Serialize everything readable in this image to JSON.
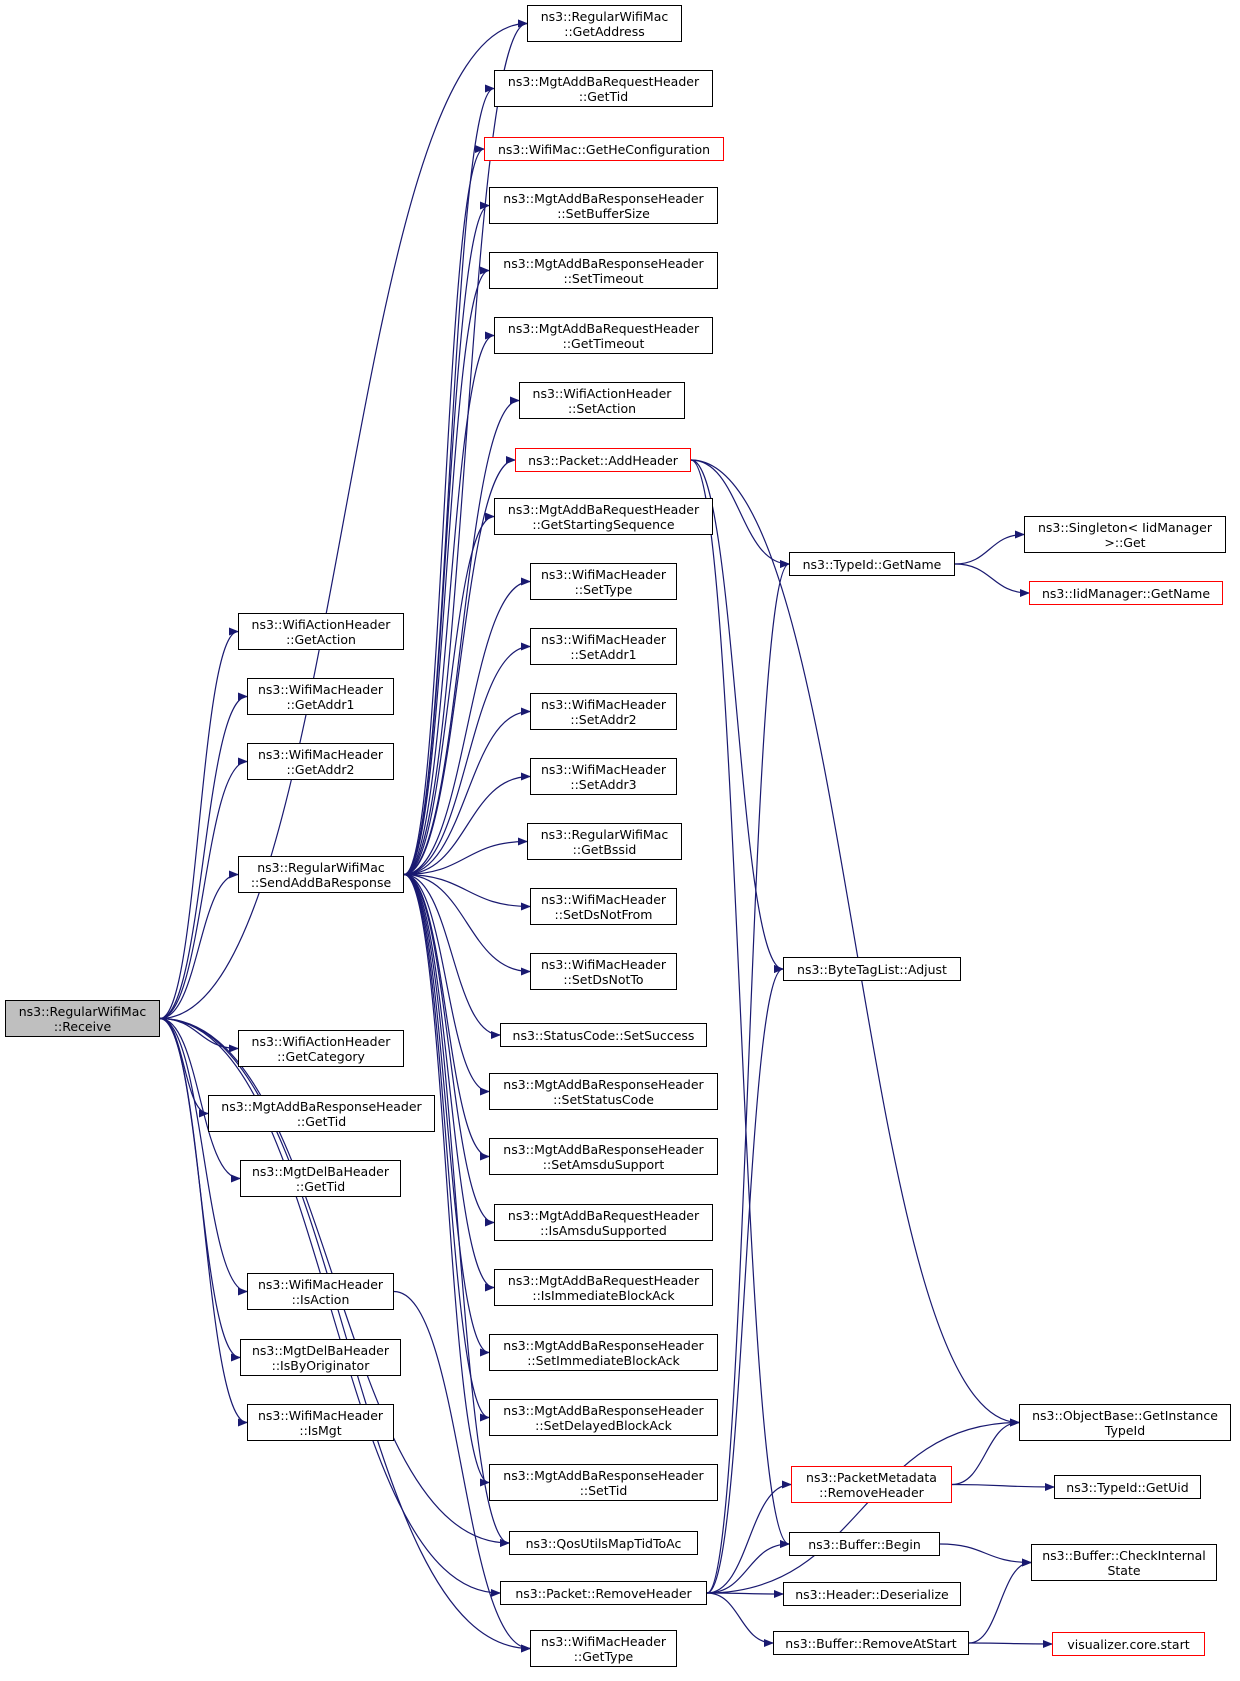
{
  "diagram": {
    "edge_color": "#191970",
    "root_fill": "#bfbfbf",
    "red_border": "#ff0000",
    "nodes": [
      {
        "id": "receive",
        "line1": "ns3::RegularWifiMac",
        "line2": "::Receive",
        "style": "root"
      },
      {
        "id": "ah_getaction",
        "line1": "ns3::WifiActionHeader",
        "line2": "::GetAction",
        "style": "normal"
      },
      {
        "id": "mh_getaddr1",
        "line1": "ns3::WifiMacHeader",
        "line2": "::GetAddr1",
        "style": "normal"
      },
      {
        "id": "mh_getaddr2",
        "line1": "ns3::WifiMacHeader",
        "line2": "::GetAddr2",
        "style": "normal"
      },
      {
        "id": "sendaddba",
        "line1": "ns3::RegularWifiMac",
        "line2": "::SendAddBaResponse",
        "style": "normal"
      },
      {
        "id": "ah_getcategory",
        "line1": "ns3::WifiActionHeader",
        "line2": "::GetCategory",
        "style": "normal"
      },
      {
        "id": "resp_gettid",
        "line1": "ns3::MgtAddBaResponseHeader",
        "line2": "::GetTid",
        "style": "normal"
      },
      {
        "id": "del_gettid",
        "line1": "ns3::MgtDelBaHeader",
        "line2": "::GetTid",
        "style": "normal"
      },
      {
        "id": "mh_isaction",
        "line1": "ns3::WifiMacHeader",
        "line2": "::IsAction",
        "style": "normal"
      },
      {
        "id": "del_isbyorig",
        "line1": "ns3::MgtDelBaHeader",
        "line2": "::IsByOriginator",
        "style": "normal"
      },
      {
        "id": "mh_ismgt",
        "line1": "ns3::WifiMacHeader",
        "line2": "::IsMgt",
        "style": "normal"
      },
      {
        "id": "rwm_getaddress",
        "line1": "ns3::RegularWifiMac",
        "line2": "::GetAddress",
        "style": "normal"
      },
      {
        "id": "req_gettid",
        "line1": "ns3::MgtAddBaRequestHeader",
        "line2": "::GetTid",
        "style": "normal"
      },
      {
        "id": "getheconf",
        "line1": "ns3::WifiMac::GetHeConfiguration",
        "line2": "",
        "style": "red"
      },
      {
        "id": "resp_setbuffersize",
        "line1": "ns3::MgtAddBaResponseHeader",
        "line2": "::SetBufferSize",
        "style": "normal"
      },
      {
        "id": "resp_settimeout",
        "line1": "ns3::MgtAddBaResponseHeader",
        "line2": "::SetTimeout",
        "style": "normal"
      },
      {
        "id": "req_gettimeout",
        "line1": "ns3::MgtAddBaRequestHeader",
        "line2": "::GetTimeout",
        "style": "normal"
      },
      {
        "id": "ah_setaction",
        "line1": "ns3::WifiActionHeader",
        "line2": "::SetAction",
        "style": "normal"
      },
      {
        "id": "addheader",
        "line1": "ns3::Packet::AddHeader",
        "line2": "",
        "style": "red"
      },
      {
        "id": "req_getstartseq",
        "line1": "ns3::MgtAddBaRequestHeader",
        "line2": "::GetStartingSequence",
        "style": "normal"
      },
      {
        "id": "mh_settype",
        "line1": "ns3::WifiMacHeader",
        "line2": "::SetType",
        "style": "normal"
      },
      {
        "id": "mh_setaddr1",
        "line1": "ns3::WifiMacHeader",
        "line2": "::SetAddr1",
        "style": "normal"
      },
      {
        "id": "mh_setaddr2",
        "line1": "ns3::WifiMacHeader",
        "line2": "::SetAddr2",
        "style": "normal"
      },
      {
        "id": "mh_setaddr3",
        "line1": "ns3::WifiMacHeader",
        "line2": "::SetAddr3",
        "style": "normal"
      },
      {
        "id": "rwm_getbssid",
        "line1": "ns3::RegularWifiMac",
        "line2": "::GetBssid",
        "style": "normal"
      },
      {
        "id": "mh_setdsnotfrom",
        "line1": "ns3::WifiMacHeader",
        "line2": "::SetDsNotFrom",
        "style": "normal"
      },
      {
        "id": "mh_setdsnotto",
        "line1": "ns3::WifiMacHeader",
        "line2": "::SetDsNotTo",
        "style": "normal"
      },
      {
        "id": "sc_setsuccess",
        "line1": "ns3::StatusCode::SetSuccess",
        "line2": "",
        "style": "normal"
      },
      {
        "id": "resp_setstatuscode",
        "line1": "ns3::MgtAddBaResponseHeader",
        "line2": "::SetStatusCode",
        "style": "normal"
      },
      {
        "id": "resp_setamsdu",
        "line1": "ns3::MgtAddBaResponseHeader",
        "line2": "::SetAmsduSupport",
        "style": "normal"
      },
      {
        "id": "req_isamsdu",
        "line1": "ns3::MgtAddBaRequestHeader",
        "line2": "::IsAmsduSupported",
        "style": "normal"
      },
      {
        "id": "req_isimmediate",
        "line1": "ns3::MgtAddBaRequestHeader",
        "line2": "::IsImmediateBlockAck",
        "style": "normal"
      },
      {
        "id": "resp_setimmediate",
        "line1": "ns3::MgtAddBaResponseHeader",
        "line2": "::SetImmediateBlockAck",
        "style": "normal"
      },
      {
        "id": "resp_setdelayed",
        "line1": "ns3::MgtAddBaResponseHeader",
        "line2": "::SetDelayedBlockAck",
        "style": "normal"
      },
      {
        "id": "resp_settid",
        "line1": "ns3::MgtAddBaResponseHeader",
        "line2": "::SetTid",
        "style": "normal"
      },
      {
        "id": "qos_maptid",
        "line1": "ns3::QosUtilsMapTidToAc",
        "line2": "",
        "style": "normal"
      },
      {
        "id": "removeheader",
        "line1": "ns3::Packet::RemoveHeader",
        "line2": "",
        "style": "normal"
      },
      {
        "id": "mh_gettype",
        "line1": "ns3::WifiMacHeader",
        "line2": "::GetType",
        "style": "normal"
      },
      {
        "id": "typeid_getname",
        "line1": "ns3::TypeId::GetName",
        "line2": "",
        "style": "normal"
      },
      {
        "id": "btl_adjust",
        "line1": "ns3::ByteTagList::Adjust",
        "line2": "",
        "style": "normal"
      },
      {
        "id": "pm_removeheader",
        "line1": "ns3::PacketMetadata",
        "line2": "::RemoveHeader",
        "style": "red"
      },
      {
        "id": "buf_begin",
        "line1": "ns3::Buffer::Begin",
        "line2": "",
        "style": "normal"
      },
      {
        "id": "hdr_deserialize",
        "line1": "ns3::Header::Deserialize",
        "line2": "",
        "style": "normal"
      },
      {
        "id": "buf_removeatstart",
        "line1": "ns3::Buffer::RemoveAtStart",
        "line2": "",
        "style": "normal"
      },
      {
        "id": "singleton_get",
        "line1": "ns3::Singleton< IidManager",
        "line2": ">::Get",
        "style": "normal"
      },
      {
        "id": "iid_getname",
        "line1": "ns3::IidManager::GetName",
        "line2": "",
        "style": "red"
      },
      {
        "id": "ob_getinstance",
        "line1": "ns3::ObjectBase::GetInstance",
        "line2": "TypeId",
        "style": "normal"
      },
      {
        "id": "typeid_getuid",
        "line1": "ns3::TypeId::GetUid",
        "line2": "",
        "style": "normal"
      },
      {
        "id": "buf_checkinternal",
        "line1": "ns3::Buffer::CheckInternal",
        "line2": "State",
        "style": "normal"
      },
      {
        "id": "viz_start",
        "line1": "visualizer.core.start",
        "line2": "",
        "style": "red"
      }
    ],
    "edges": [
      [
        "receive",
        "ah_getaction"
      ],
      [
        "receive",
        "mh_getaddr1"
      ],
      [
        "receive",
        "mh_getaddr2"
      ],
      [
        "receive",
        "sendaddba"
      ],
      [
        "receive",
        "ah_getcategory"
      ],
      [
        "receive",
        "resp_gettid"
      ],
      [
        "receive",
        "del_gettid"
      ],
      [
        "receive",
        "mh_isaction"
      ],
      [
        "receive",
        "del_isbyorig"
      ],
      [
        "receive",
        "mh_ismgt"
      ],
      [
        "receive",
        "rwm_getaddress"
      ],
      [
        "receive",
        "qos_maptid"
      ],
      [
        "receive",
        "removeheader"
      ],
      [
        "receive",
        "mh_gettype"
      ],
      [
        "sendaddba",
        "rwm_getaddress"
      ],
      [
        "sendaddba",
        "req_gettid"
      ],
      [
        "sendaddba",
        "getheconf"
      ],
      [
        "sendaddba",
        "resp_setbuffersize"
      ],
      [
        "sendaddba",
        "resp_settimeout"
      ],
      [
        "sendaddba",
        "req_gettimeout"
      ],
      [
        "sendaddba",
        "ah_setaction"
      ],
      [
        "sendaddba",
        "addheader"
      ],
      [
        "sendaddba",
        "req_getstartseq"
      ],
      [
        "sendaddba",
        "mh_settype"
      ],
      [
        "sendaddba",
        "mh_setaddr1"
      ],
      [
        "sendaddba",
        "mh_setaddr2"
      ],
      [
        "sendaddba",
        "mh_setaddr3"
      ],
      [
        "sendaddba",
        "rwm_getbssid"
      ],
      [
        "sendaddba",
        "mh_setdsnotfrom"
      ],
      [
        "sendaddba",
        "mh_setdsnotto"
      ],
      [
        "sendaddba",
        "sc_setsuccess"
      ],
      [
        "sendaddba",
        "resp_setstatuscode"
      ],
      [
        "sendaddba",
        "resp_setamsdu"
      ],
      [
        "sendaddba",
        "req_isamsdu"
      ],
      [
        "sendaddba",
        "req_isimmediate"
      ],
      [
        "sendaddba",
        "resp_setimmediate"
      ],
      [
        "sendaddba",
        "resp_setdelayed"
      ],
      [
        "sendaddba",
        "resp_settid"
      ],
      [
        "sendaddba",
        "qos_maptid"
      ],
      [
        "mh_isaction",
        "mh_gettype"
      ],
      [
        "addheader",
        "typeid_getname"
      ],
      [
        "addheader",
        "btl_adjust"
      ],
      [
        "addheader",
        "buf_begin"
      ],
      [
        "addheader",
        "ob_getinstance"
      ],
      [
        "removeheader",
        "typeid_getname"
      ],
      [
        "removeheader",
        "btl_adjust"
      ],
      [
        "removeheader",
        "pm_removeheader"
      ],
      [
        "removeheader",
        "buf_begin"
      ],
      [
        "removeheader",
        "hdr_deserialize"
      ],
      [
        "removeheader",
        "buf_removeatstart"
      ],
      [
        "removeheader",
        "ob_getinstance"
      ],
      [
        "typeid_getname",
        "singleton_get"
      ],
      [
        "typeid_getname",
        "iid_getname"
      ],
      [
        "pm_removeheader",
        "ob_getinstance"
      ],
      [
        "pm_removeheader",
        "typeid_getuid"
      ],
      [
        "buf_begin",
        "buf_checkinternal"
      ],
      [
        "buf_removeatstart",
        "buf_checkinternal"
      ],
      [
        "buf_removeatstart",
        "viz_start"
      ]
    ]
  }
}
